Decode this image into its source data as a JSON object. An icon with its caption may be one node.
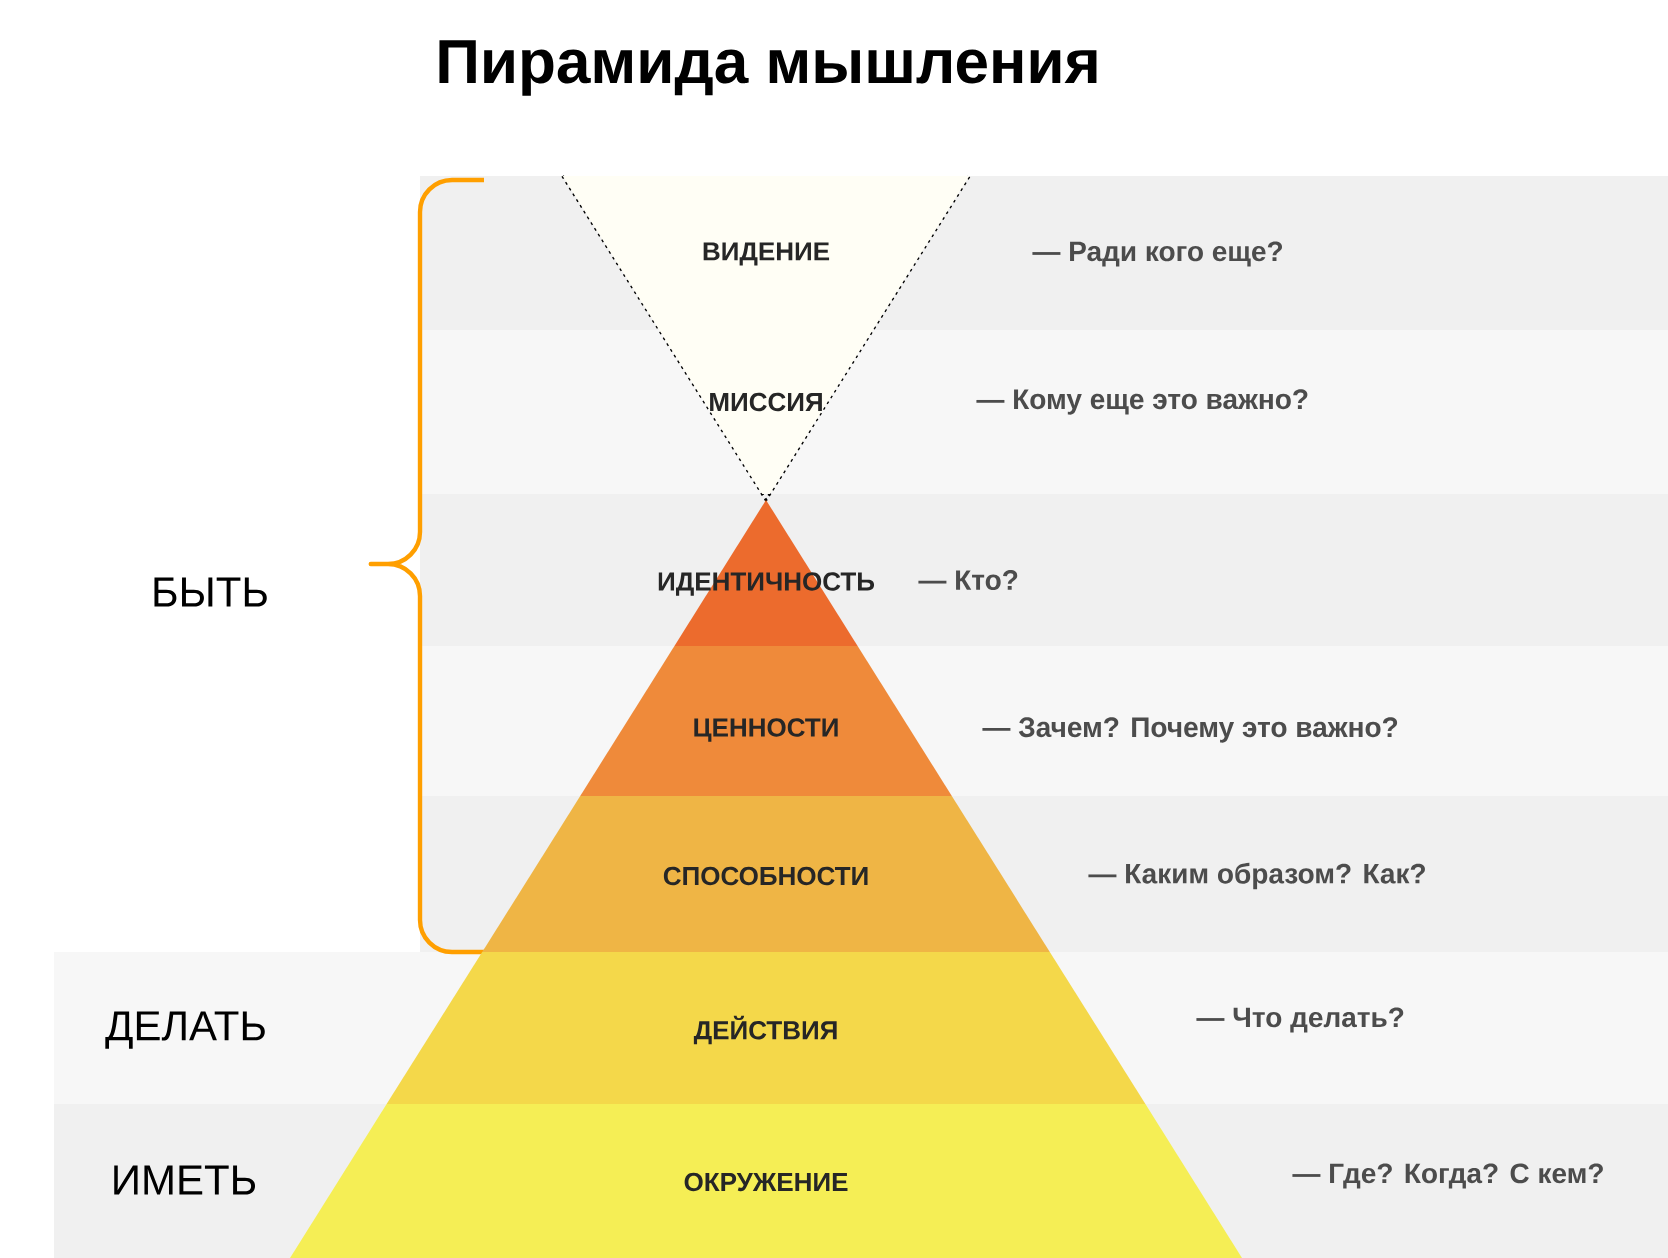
{
  "diagram": {
    "title": "Пирамида мышления",
    "nodes": [
      {
        "text": [
          "ВИДЕНИЕ"
        ]
      },
      {
        "text": [
          "МИССИЯ"
        ]
      },
      {
        "text": [
          "ИДЕНТИЧНОСТЬ"
        ],
        "beside": [
          "— Кто?"
        ]
      },
      {
        "text": [
          "ЦЕННОСТИ"
        ],
        "beside": [
          "— Зачем? Почему это важно?"
        ]
      },
      {
        "text": [
          "СПОСОБНОСТИ"
        ],
        "beside": [
          "— Каким образом? Как?"
        ]
      },
      {
        "text": [
          "ДЕЙСТВИЯ"
        ],
        "beside": [
          "— Что делать?"
        ]
      },
      {
        "text": [
          "ОКРУЖЕНИЕ"
        ],
        "beside": [
          "— Где? Когда? С кем?"
        ]
      }
    ],
    "labels": [
      "— Ради кого еще?",
      "— Кому еще это важно?",
      "БЫТЬ",
      "ДЕЛАТЬ",
      "ИМЕТЬ"
    ]
  }
}
